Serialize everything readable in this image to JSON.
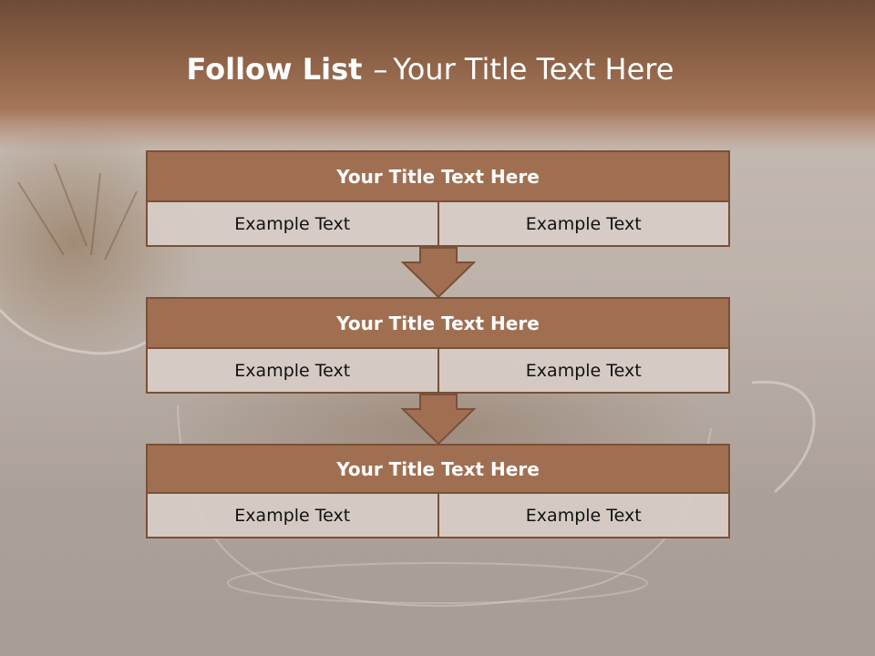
{
  "slide": {
    "title_main": "Follow List",
    "title_separator": "–",
    "title_rest": "Your Title Text Here"
  },
  "blocks": [
    {
      "title": "Your Title Text Here",
      "cells": [
        "Example Text",
        "Example Text"
      ]
    },
    {
      "title": "Your Title Text Here",
      "cells": [
        "Example Text",
        "Example Text"
      ]
    },
    {
      "title": "Your Title Text Here",
      "cells": [
        "Example Text",
        "Example Text"
      ]
    }
  ],
  "colors": {
    "header_band": "#8a5f45",
    "block_title_fill": "#a06f52",
    "block_border": "#7a5038",
    "cell_fill": "#d8cdc7",
    "arrow_fill": "#a06f52"
  },
  "icons": [
    "down-arrow-icon",
    "down-arrow-icon"
  ]
}
